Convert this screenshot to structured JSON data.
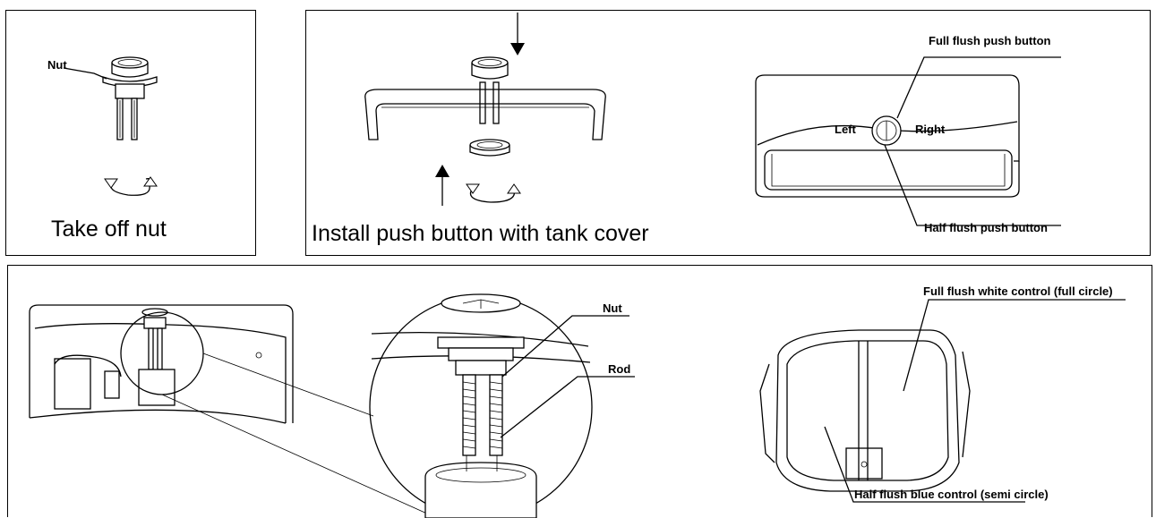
{
  "panel1": {
    "label_nut": "Nut",
    "caption": "Take off nut"
  },
  "panel2": {
    "caption": "Install push button with tank cover"
  },
  "panel3": {
    "label_full": "Full flush push button",
    "label_left": "Left",
    "label_right": "Right",
    "label_half": "Half flush push button"
  },
  "panel4": {
    "label_nut": "Nut",
    "label_rod": "Rod",
    "label_full_control": "Full flush white control (full circle)",
    "label_half_control": "Half flush blue control (semi circle)"
  }
}
